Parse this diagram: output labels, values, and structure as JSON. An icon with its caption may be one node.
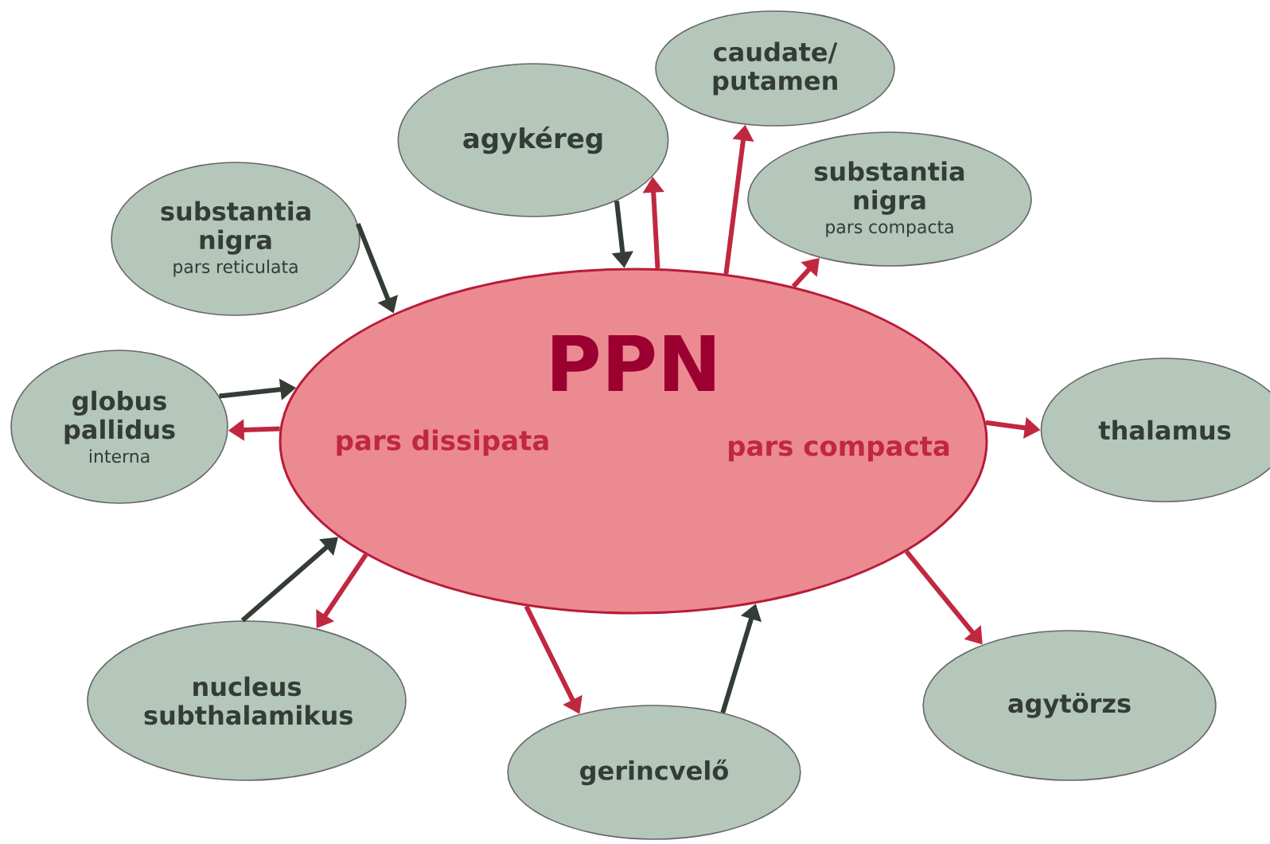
{
  "diagram": {
    "nodes": [
      {
        "text": [
          "PPN",
          "pars dissipata",
          "pars compacta"
        ]
      },
      {
        "text": [
          "caudate/ putamen"
        ]
      },
      {
        "text": [
          "agykéreg"
        ]
      },
      {
        "text": [
          "substantia nigra",
          "pars compacta"
        ]
      },
      {
        "text": [
          "substantia nigra",
          "pars reticulata"
        ]
      },
      {
        "text": [
          "globus pallidus",
          "interna"
        ]
      },
      {
        "text": [
          "thalamus"
        ]
      },
      {
        "text": [
          "nucleus subthalamikus"
        ]
      },
      {
        "text": [
          "gerincvelő"
        ]
      },
      {
        "text": [
          "agytörzs"
        ]
      }
    ],
    "edges": [
      {
        "from": 2,
        "to": 0,
        "arrow": "to",
        "color": "#333d36"
      },
      {
        "from": 0,
        "to": 2,
        "arrow": "to"
      },
      {
        "from": 0,
        "to": 1,
        "arrow": "to"
      },
      {
        "from": 0,
        "to": 3,
        "arrow": "to"
      },
      {
        "from": 4,
        "to": 0,
        "arrow": "to",
        "color": "#333d36"
      },
      {
        "from": 5,
        "to": 0,
        "arrow": "to",
        "color": "#333d36"
      },
      {
        "from": 0,
        "to": 5,
        "arrow": "to"
      },
      {
        "from": 0,
        "to": 6,
        "arrow": "to"
      },
      {
        "from": 7,
        "to": 0,
        "arrow": "to",
        "color": "#333d36"
      },
      {
        "from": 0,
        "to": 7,
        "arrow": "to"
      },
      {
        "from": 0,
        "to": 8,
        "arrow": "to"
      },
      {
        "from": 8,
        "to": 0,
        "arrow": "to",
        "color": "#333d36"
      },
      {
        "from": 0,
        "to": 9,
        "arrow": "to"
      }
    ]
  }
}
